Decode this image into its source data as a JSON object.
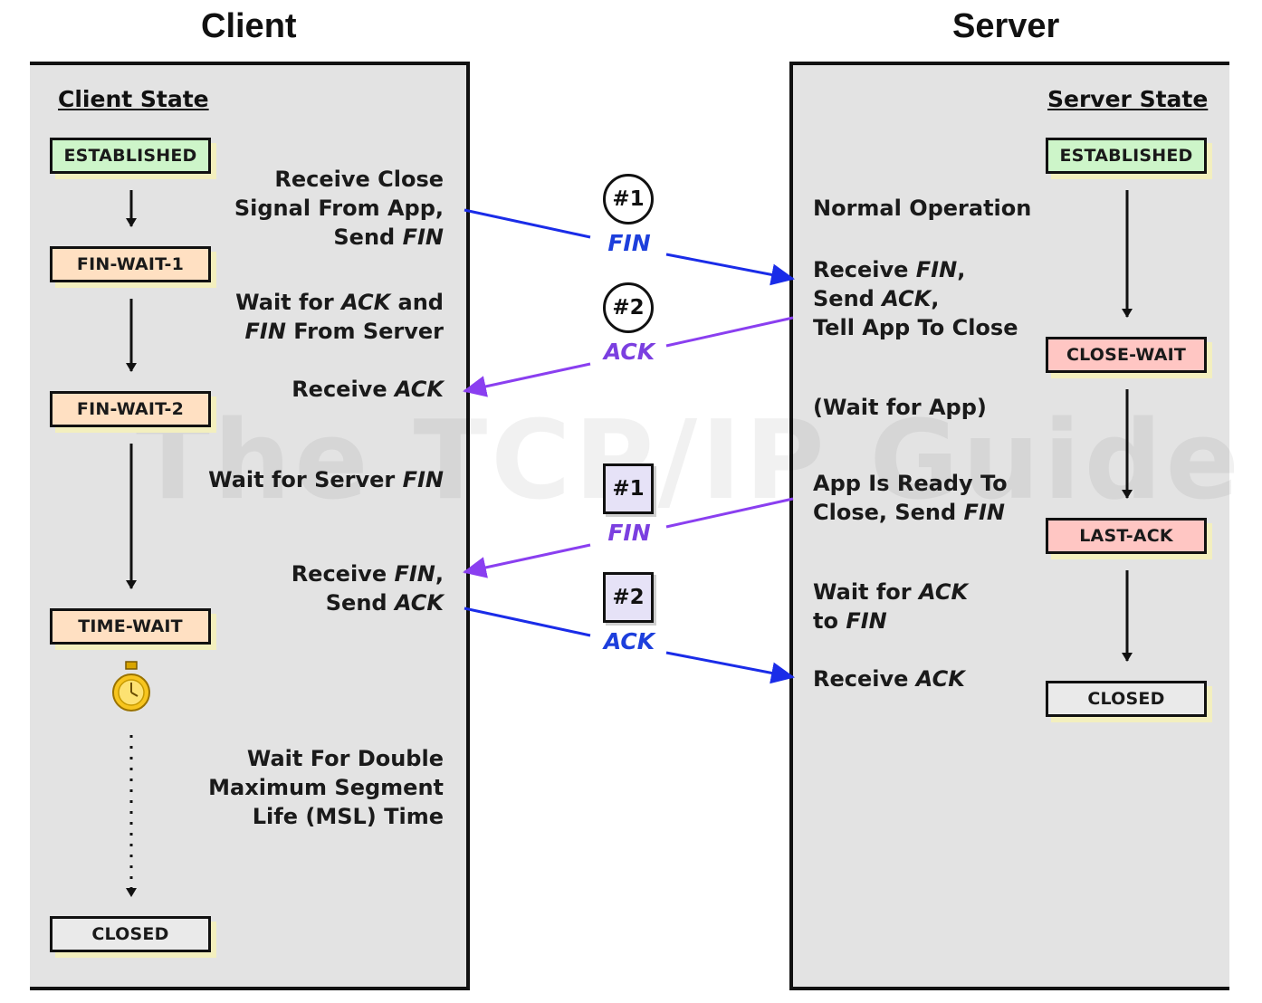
{
  "headings": {
    "client": "Client",
    "server": "Server"
  },
  "watermark": "The TCP/IP Guide",
  "client": {
    "state_title": "Client State",
    "states": [
      "ESTABLISHED",
      "FIN-WAIT-1",
      "FIN-WAIT-2",
      "TIME-WAIT",
      "CLOSED"
    ],
    "descriptions": {
      "d1": {
        "l1": "Receive Close",
        "l2": "Signal From App,",
        "l3a": "Send ",
        "l3b": "FIN"
      },
      "d2": {
        "l1a": "Wait for ",
        "l1b": "ACK",
        "l1c": " and",
        "l2a": "FIN",
        "l2b": " From Server"
      },
      "d3": {
        "a": "Receive ",
        "b": "ACK"
      },
      "d4": {
        "a": "Wait for Server ",
        "b": "FIN"
      },
      "d5": {
        "l1a": "Receive ",
        "l1b": "FIN",
        "l1c": ",",
        "l2a": "Send ",
        "l2b": "ACK"
      },
      "d6": {
        "l1": "Wait For Double",
        "l2": "Maximum Segment",
        "l3": "Life (MSL) Time"
      }
    }
  },
  "server": {
    "state_title": "Server State",
    "states": [
      "ESTABLISHED",
      "CLOSE-WAIT",
      "LAST-ACK",
      "CLOSED"
    ],
    "descriptions": {
      "d1": "Normal Operation",
      "d2": {
        "l1a": "Receive ",
        "l1b": "FIN",
        "l1c": ",",
        "l2a": "Send ",
        "l2b": "ACK",
        "l2c": ",",
        "l3": "Tell App To Close"
      },
      "d3": "(Wait for App)",
      "d4": {
        "l1": "App Is Ready To",
        "l2a": "Close, Send ",
        "l2b": "FIN"
      },
      "d5": {
        "l1a": "Wait for ",
        "l1b": "ACK",
        "l2a": "to ",
        "l2b": "FIN"
      },
      "d6": {
        "a": "Receive ",
        "b": "ACK"
      }
    }
  },
  "messages": [
    {
      "badge": "#1",
      "label": "FIN"
    },
    {
      "badge": "#2",
      "label": "ACK"
    },
    {
      "badge": "#1",
      "label": "FIN"
    },
    {
      "badge": "#2",
      "label": "ACK"
    }
  ],
  "colors": {
    "panel": "#e3e3e3",
    "established": "#cdf5c9",
    "fin_wait": "#ffe0c2",
    "close_wait": "#ffc6c3",
    "closed": "#eaeaea",
    "blue_arrow": "#1a2ce8",
    "purple_arrow": "#8a3ff0",
    "label_blue": "#1d3fdc",
    "label_purple": "#7b3fe0"
  },
  "icons": [
    "down-arrow-icon",
    "stopwatch-icon",
    "message-arrow-icon"
  ]
}
